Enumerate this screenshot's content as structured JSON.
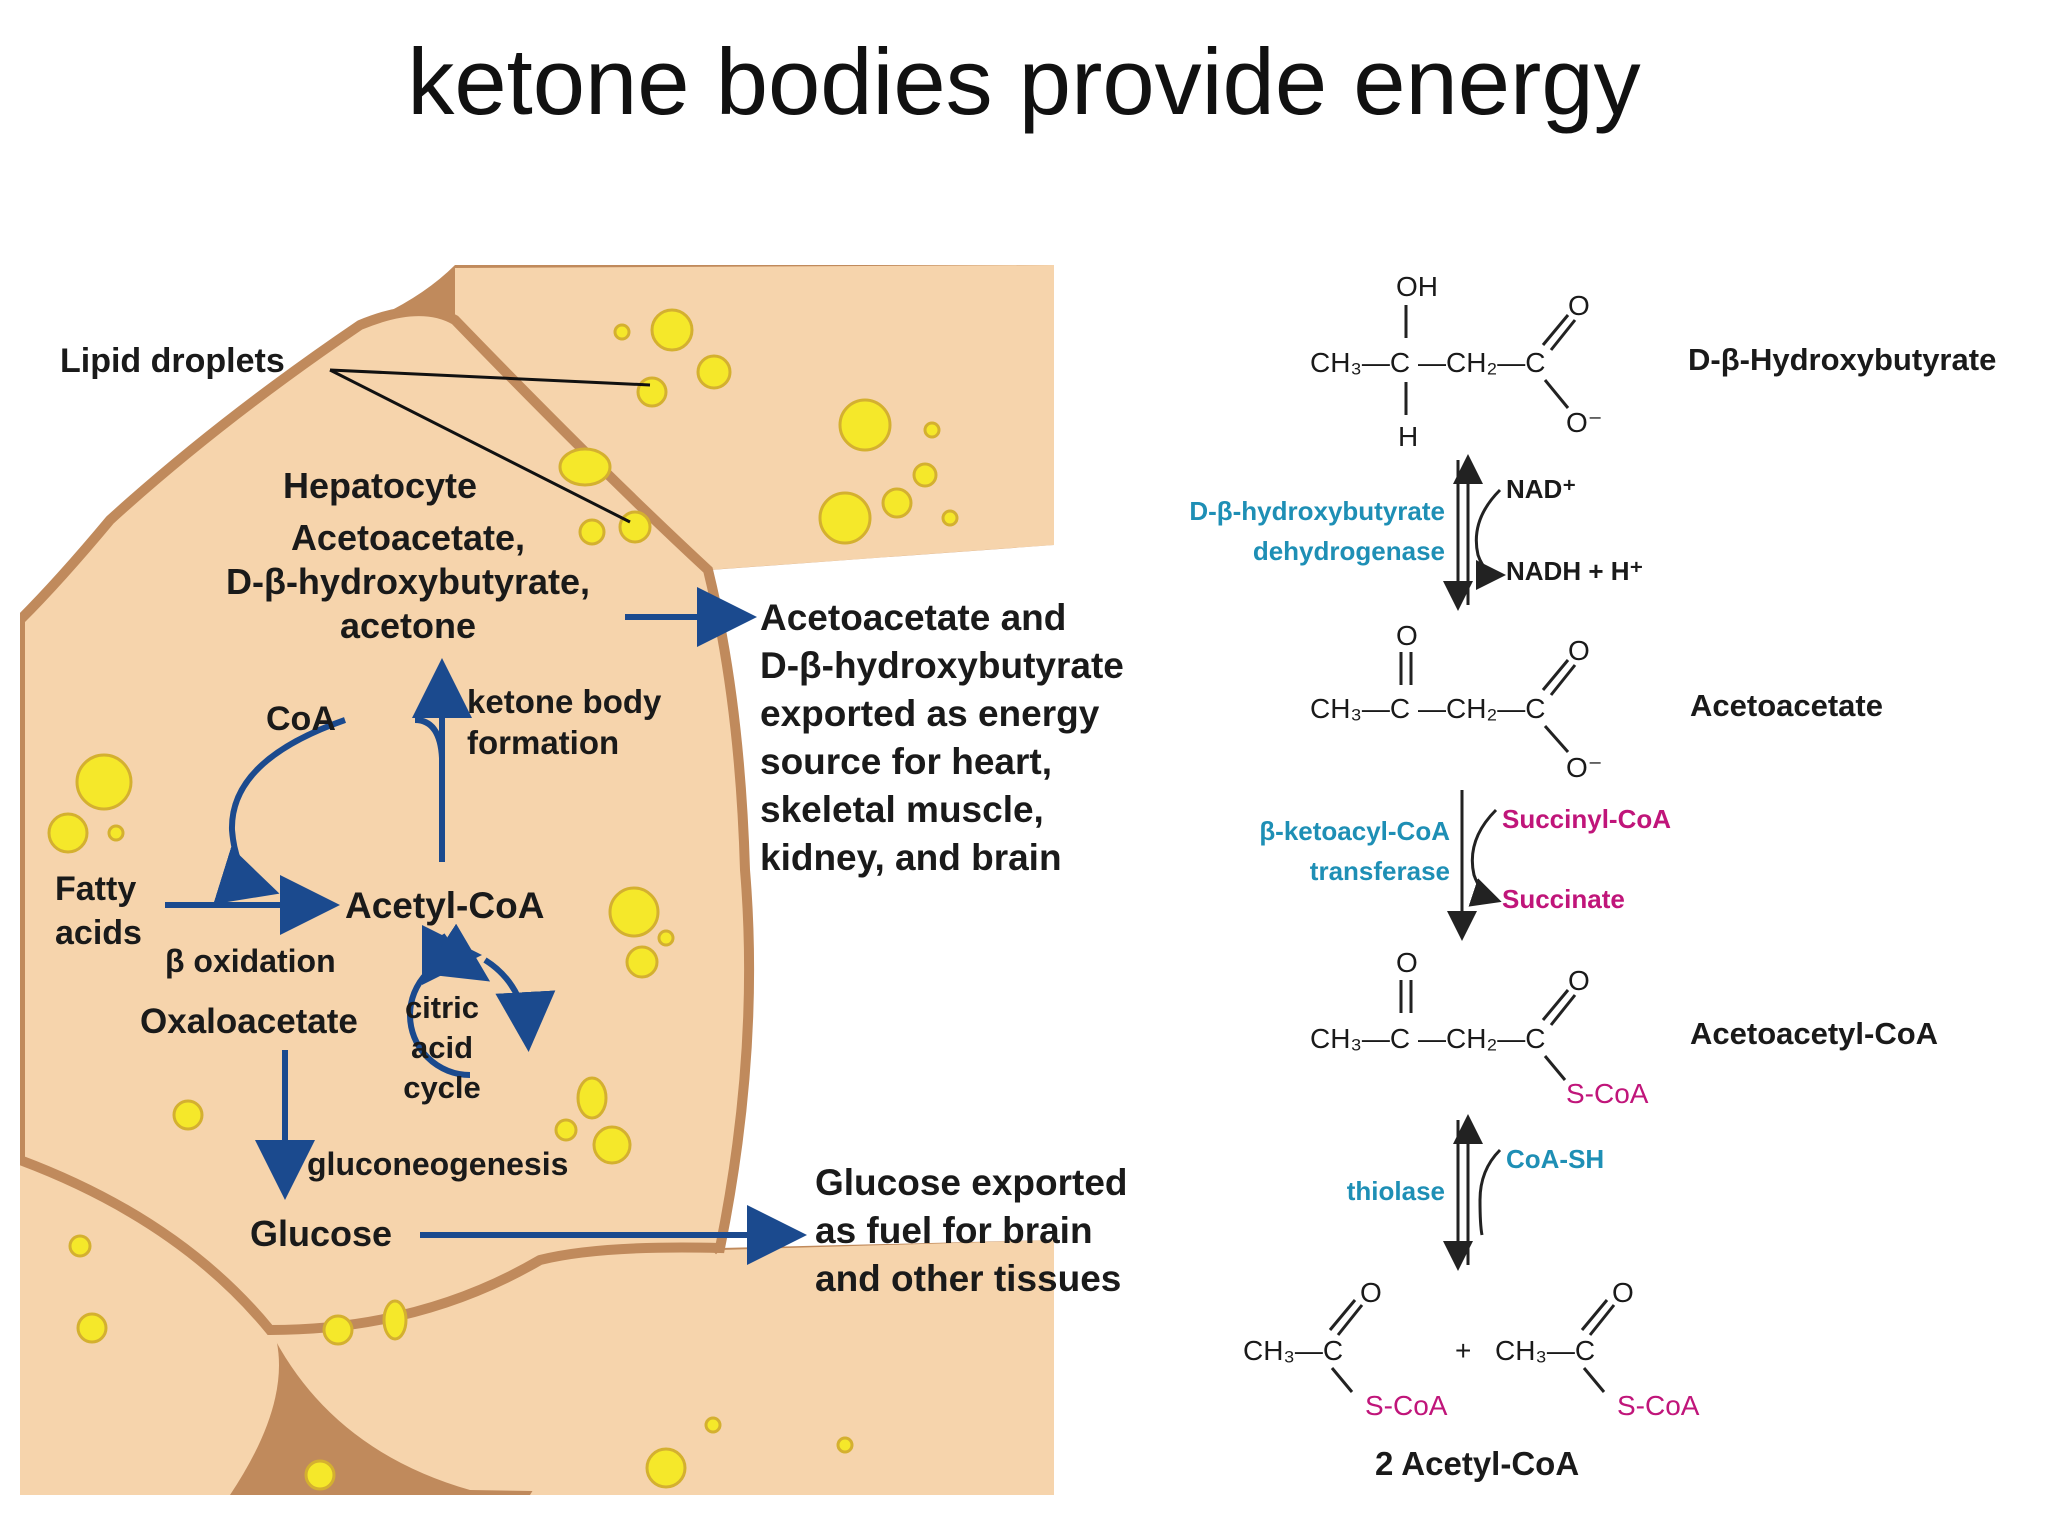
{
  "title": "ketone bodies provide energy",
  "liver_panel": {
    "lipid_droplets": "Lipid droplets",
    "hepatocyte": "Hepatocyte",
    "ketone_products": [
      "Acetoacetate,",
      "D-β-hydroxybutyrate,",
      "acetone"
    ],
    "coa": "CoA",
    "ketone_body_formation": [
      "ketone body",
      "formation"
    ],
    "fatty_acids": [
      "Fatty",
      "acids"
    ],
    "beta_oxidation": "β oxidation",
    "acetyl_coa": "Acetyl-CoA",
    "oxaloacetate": "Oxaloacetate",
    "citric_acid_cycle": [
      "citric",
      "acid",
      "cycle"
    ],
    "gluconeogenesis": "gluconeogenesis",
    "glucose": "Glucose",
    "export_ketones": [
      "Acetoacetate and",
      "D-β-hydroxybutyrate",
      "exported as energy",
      "source for heart,",
      "skeletal muscle,",
      "kidney, and brain"
    ],
    "export_glucose": [
      "Glucose exported",
      "as fuel for brain",
      "and other tissues"
    ]
  },
  "pathway": {
    "compounds": {
      "hydroxybutyrate": "D-β-Hydroxybutyrate",
      "acetoacetate": "Acetoacetate",
      "acetoacetyl_coa": "Acetoacetyl-CoA",
      "acetyl_coa": "2 Acetyl-CoA"
    },
    "enzymes": {
      "dehydrogenase": [
        "D-β-hydroxybutyrate",
        "dehydrogenase"
      ],
      "transferase": [
        "β-ketoacyl-CoA",
        "transferase"
      ],
      "thiolase": "thiolase"
    },
    "cofactors": {
      "nad": "NAD⁺",
      "nadh": "NADH + H⁺",
      "succinyl_coa": "Succinyl-CoA",
      "succinate": "Succinate",
      "coa_sh": "CoA-SH"
    },
    "atoms": {
      "oh": "OH",
      "h": "H",
      "o": "O",
      "o_minus": "O⁻",
      "ch3_c": "CH₃—C",
      "ch2_c": "—CH₂—C",
      "s_coa": "S-CoA",
      "plus": "+"
    }
  },
  "colors": {
    "cell_fill": "#f6d4ac",
    "cell_border": "#c08a5c",
    "droplet": "#f5e82a",
    "arrow": "#1b4a8e",
    "enzyme": "#1e8fb5",
    "cosubstrate": "#c0157a"
  }
}
